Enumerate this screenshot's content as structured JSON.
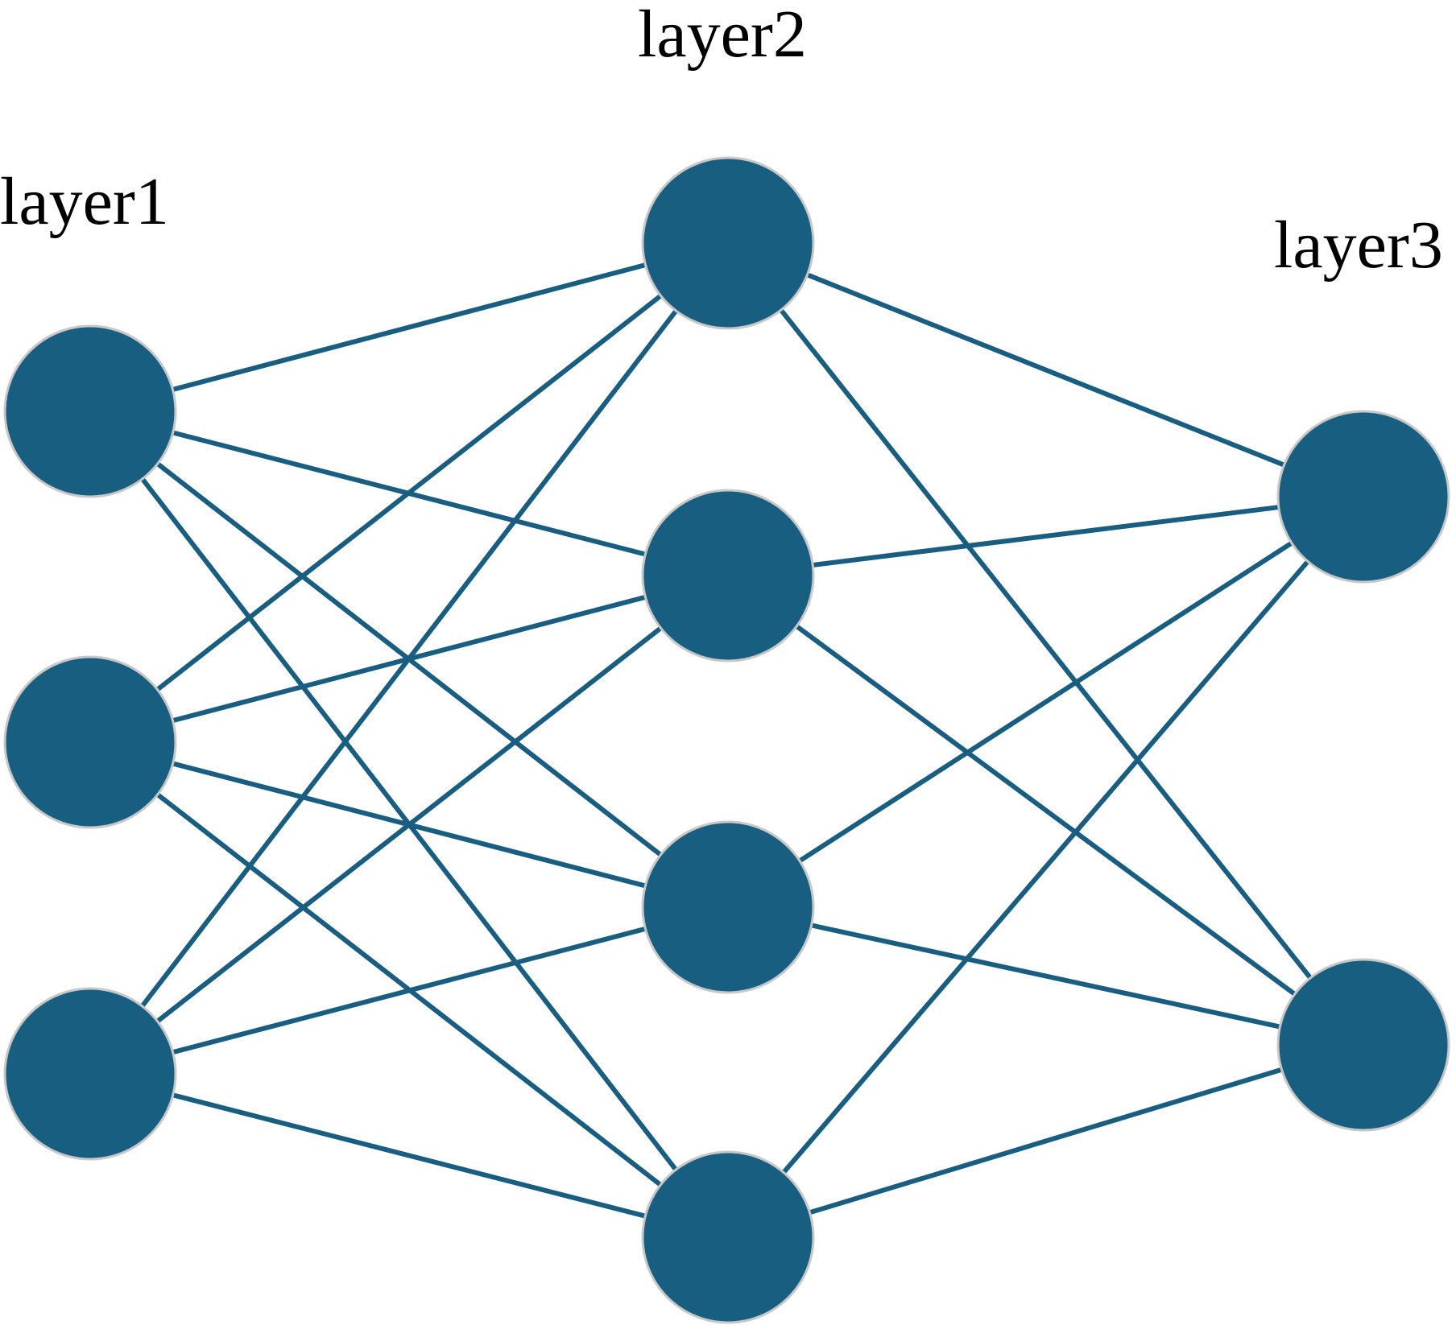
{
  "diagram": {
    "type": "neural-network",
    "colors": {
      "node": "#175e80",
      "edge": "#195e80",
      "node_outline": "#c8c8c8"
    },
    "layers": [
      {
        "id": "layer1",
        "label": "layer1",
        "node_count": 3
      },
      {
        "id": "layer2",
        "label": "layer2",
        "node_count": 4
      },
      {
        "id": "layer3",
        "label": "layer3",
        "node_count": 2
      }
    ],
    "connectivity": "fully-connected"
  }
}
